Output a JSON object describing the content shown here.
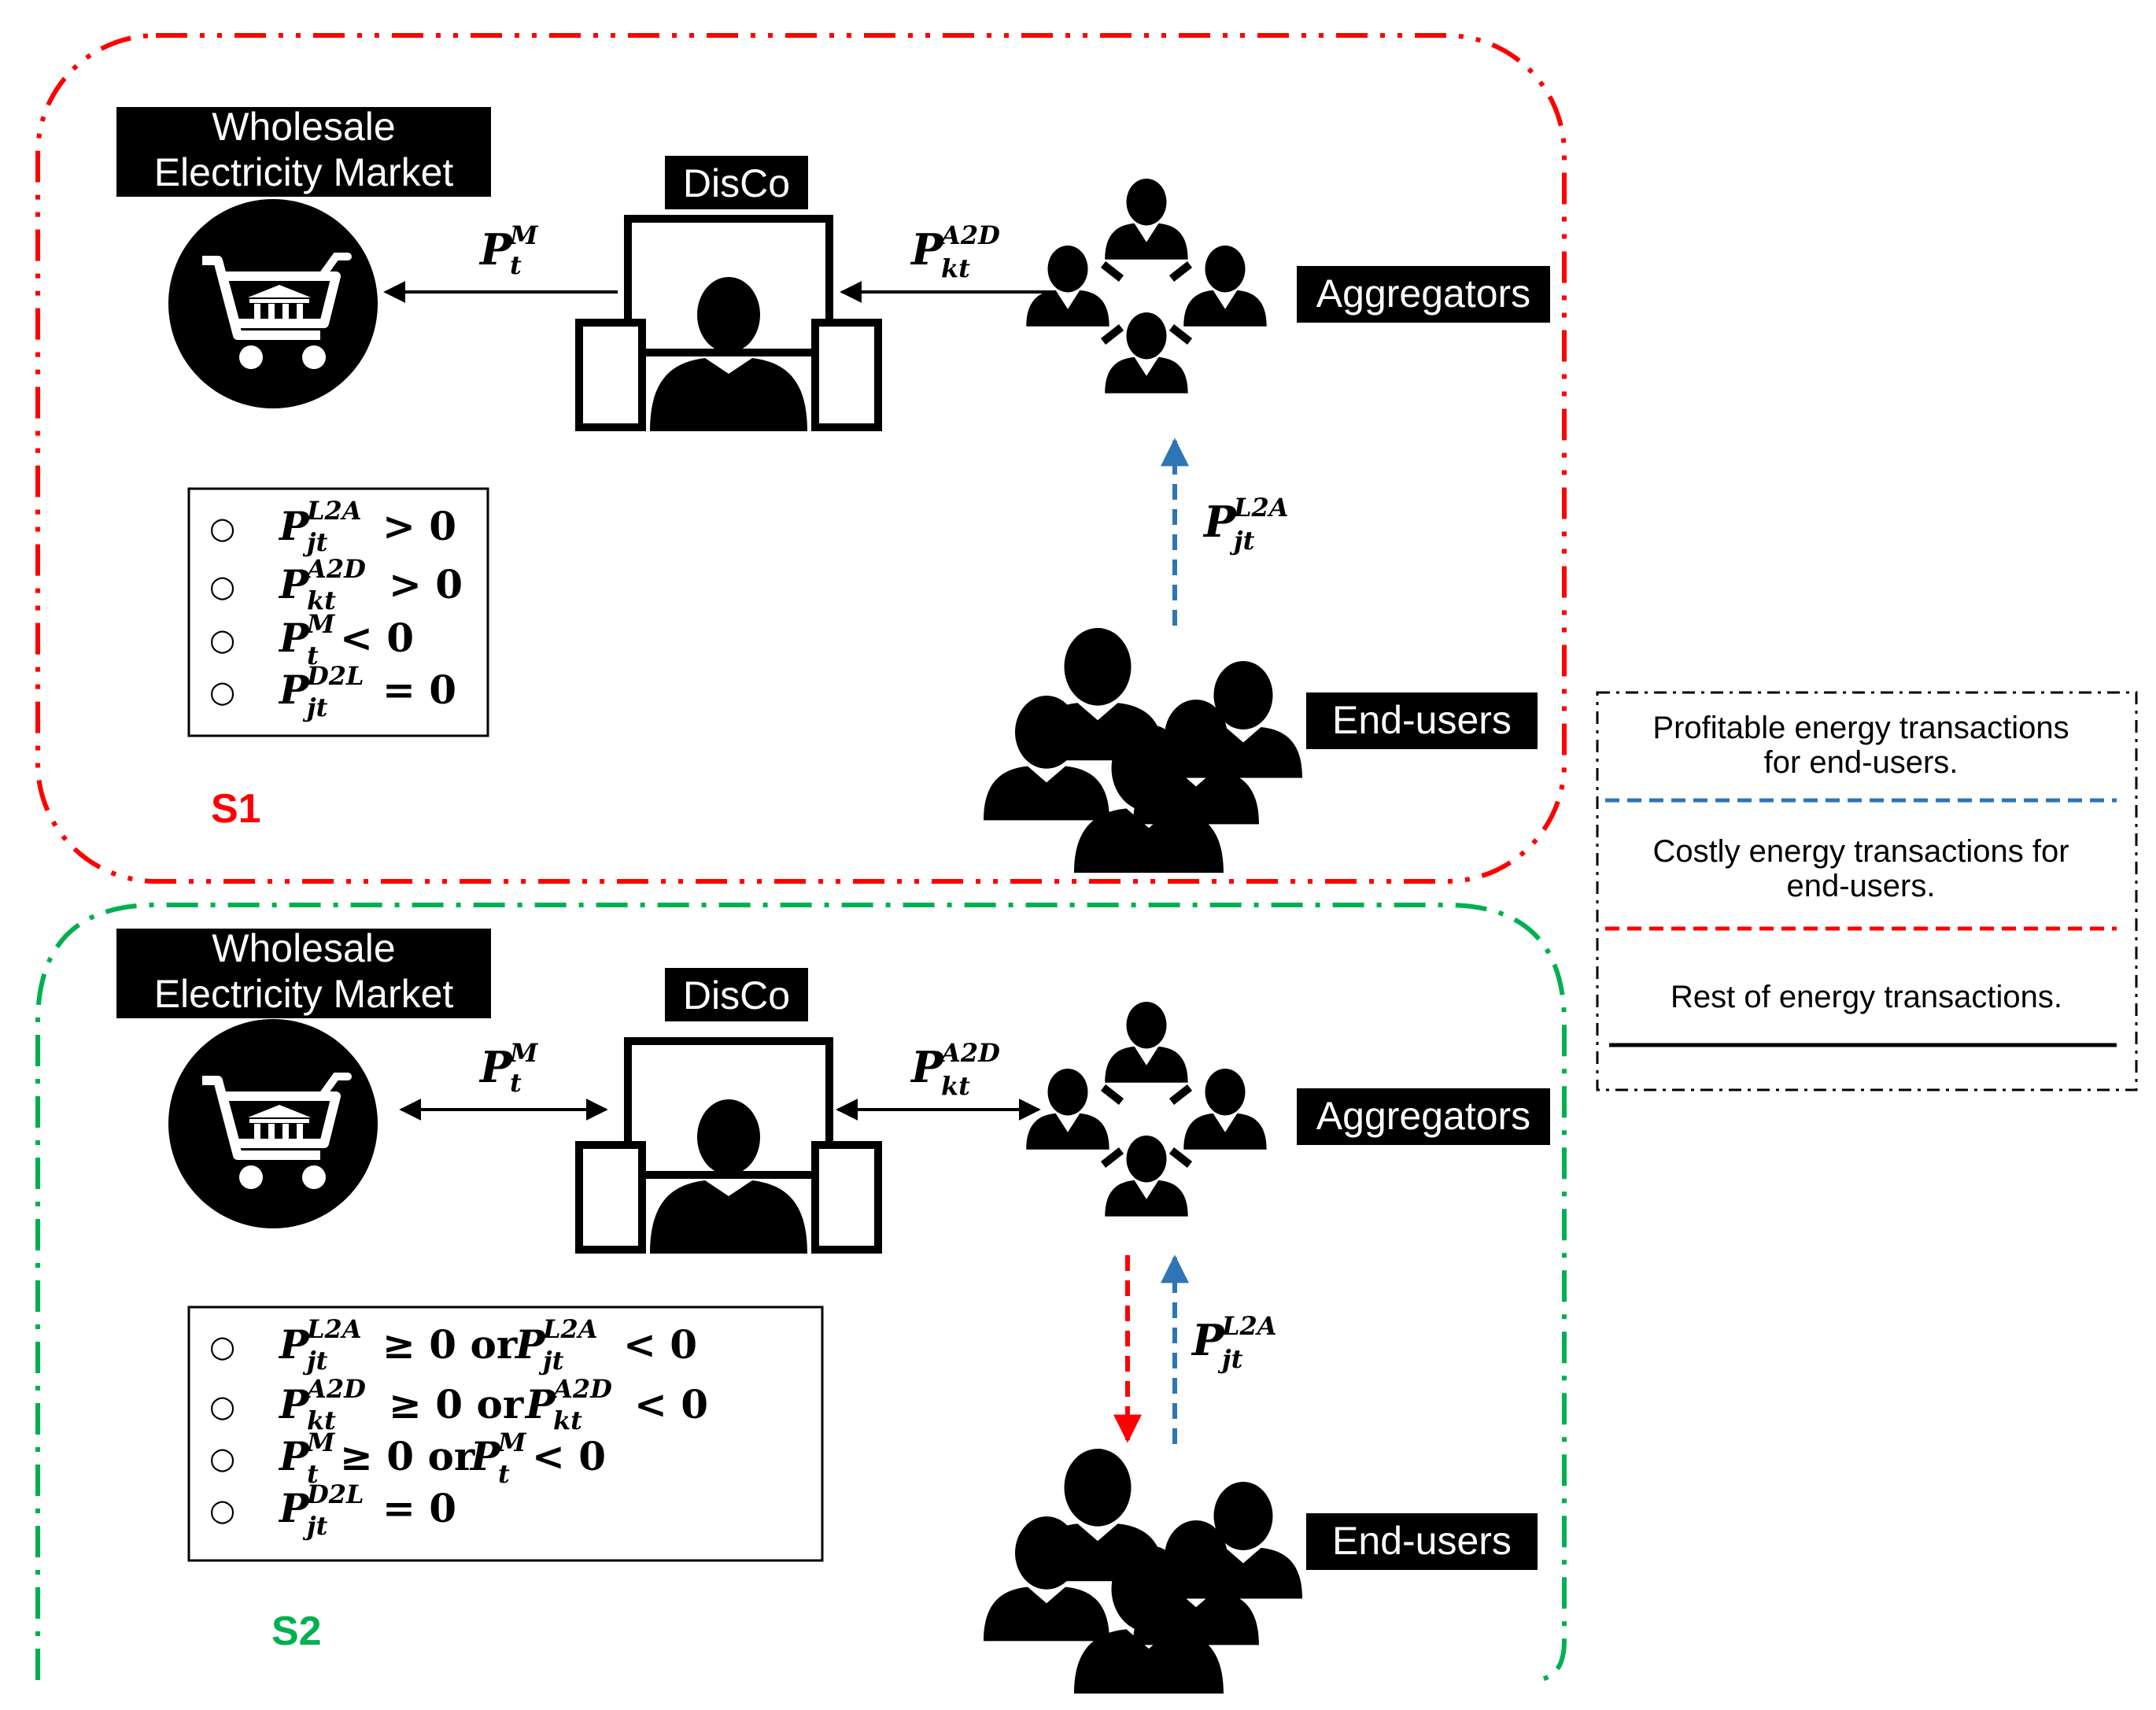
{
  "scenarios": [
    {
      "id": "S1",
      "label": "S1",
      "color": "#ff0000",
      "wholesale_line1": "Wholesale",
      "wholesale_line2": "Electricity Market",
      "disco": "DisCo",
      "aggregators": "Aggregators",
      "end_users": "End-users",
      "flow_m": {
        "base": "P",
        "sup": "M",
        "sub": "t"
      },
      "flow_a2d": {
        "base": "P",
        "sup": "A2D",
        "sub": "kt"
      },
      "flow_l2a": {
        "base": "P",
        "sup": "L2A",
        "sub": "jt"
      },
      "conditions": [
        {
          "sup": "L2A",
          "sub": "jt",
          "rel": "> 0"
        },
        {
          "sup": "A2D",
          "sub": "kt",
          "rel": "> 0"
        },
        {
          "sup": "M",
          "sub": "t",
          "rel": "< 0"
        },
        {
          "sup": "D2L",
          "sub": "jt",
          "rel": "= 0"
        }
      ]
    },
    {
      "id": "S2",
      "label": "S2",
      "color": "#00b050",
      "wholesale_line1": "Wholesale",
      "wholesale_line2": "Electricity Market",
      "disco": "DisCo",
      "aggregators": "Aggregators",
      "end_users": "End-users",
      "flow_m": {
        "base": "P",
        "sup": "M",
        "sub": "t"
      },
      "flow_a2d": {
        "base": "P",
        "sup": "A2D",
        "sub": "kt"
      },
      "flow_l2a": {
        "base": "P",
        "sup": "L2A",
        "sub": "jt"
      },
      "conditions": [
        {
          "sup": "L2A",
          "sub": "jt",
          "rel": "≥ 0 or",
          "sup2": "L2A",
          "sub2": "jt",
          "rel2": "< 0"
        },
        {
          "sup": "A2D",
          "sub": "kt",
          "rel": "≥ 0 or",
          "sup2": "A2D",
          "sub2": "kt",
          "rel2": "< 0"
        },
        {
          "sup": "M",
          "sub": "t",
          "rel": "≥ 0 or",
          "sup2": "M",
          "sub2": "t",
          "rel2": "< 0"
        },
        {
          "sup": "D2L",
          "sub": "jt",
          "rel": "= 0"
        }
      ]
    }
  ],
  "legend": [
    {
      "line1": "Profitable energy transactions",
      "line2": "for end-users.",
      "color": "#2e75b6",
      "style": "dashed"
    },
    {
      "line1": "Costly energy transactions for",
      "line2": "end-users.",
      "color": "#ff0000",
      "style": "dashed"
    },
    {
      "line1": "Rest of energy transactions.",
      "line2": "",
      "color": "#000000",
      "style": "solid"
    }
  ],
  "icons": [
    "shopping-cart-bank-icon",
    "computer-operator-icon",
    "aggregators-group-icon",
    "end-users-crowd-icon"
  ]
}
